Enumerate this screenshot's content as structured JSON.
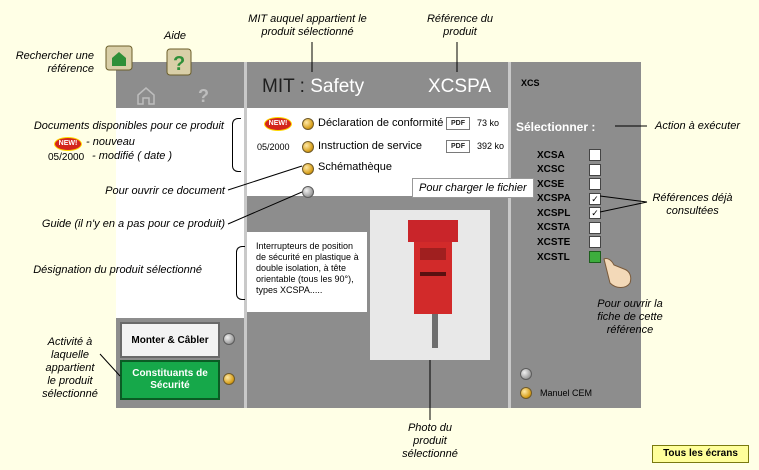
{
  "header": {
    "mit_prefix": "MIT :",
    "mit_value": "Safety",
    "reference": "XCSPA"
  },
  "side_panel": {
    "family": "XCS",
    "select_label": "Sélectionner :",
    "references": [
      {
        "code": "XCSA",
        "checked": false
      },
      {
        "code": "XCSC",
        "checked": false
      },
      {
        "code": "XCSE",
        "checked": false
      },
      {
        "code": "XCSPA",
        "checked": true
      },
      {
        "code": "XCSPL",
        "checked": true
      },
      {
        "code": "XCSTA",
        "checked": false
      },
      {
        "code": "XCSTE",
        "checked": false
      },
      {
        "code": "XCSTL",
        "checked": false
      }
    ],
    "manual_label": "Manuel CEM"
  },
  "documents": [
    {
      "badge": "NEW!",
      "label": "Déclaration de conformité",
      "format": "PDF",
      "size": "73 ko"
    },
    {
      "date": "05/2000",
      "label": "Instruction de service",
      "format": "PDF",
      "size": "392 ko"
    },
    {
      "label": "Schémathèque"
    }
  ],
  "product_description": "Interrupteurs de position de sécurité en plastique à double isolation, à tête orientable (tous les 90°), types XCSPA.....",
  "activities": [
    {
      "label": "Monter & Câbler",
      "active": false
    },
    {
      "label": "Constituants de Sécurité",
      "active": true
    }
  ],
  "tooltip": "Pour charger le fichier",
  "annotations": {
    "search": "Rechercher une référence",
    "help": "Aide",
    "mit_of_product": "MIT auquel appartient le produit sélectionné",
    "product_ref": "Référence du produit",
    "docs_available": "Documents disponibles pour ce produit",
    "legend_new_badge": "NEW!",
    "legend_new": "- nouveau",
    "legend_date": "05/2000",
    "legend_modified": "- modifié ( date )",
    "open_doc": "Pour ouvrir ce document",
    "guide": "Guide (il n'y en a pas pour ce produit)",
    "designation": "Désignation du produit sélectionné",
    "activity": "Activité à laquelle appartient le produit sélectionné",
    "action": "Action à exécuter",
    "consulted_refs": "Références déjà consultées",
    "open_ref_sheet": "Pour ouvrir la fiche de cette référence",
    "product_photo": "Photo du produit sélectionné"
  },
  "footer": {
    "all_screens": "Tous les écrans"
  }
}
